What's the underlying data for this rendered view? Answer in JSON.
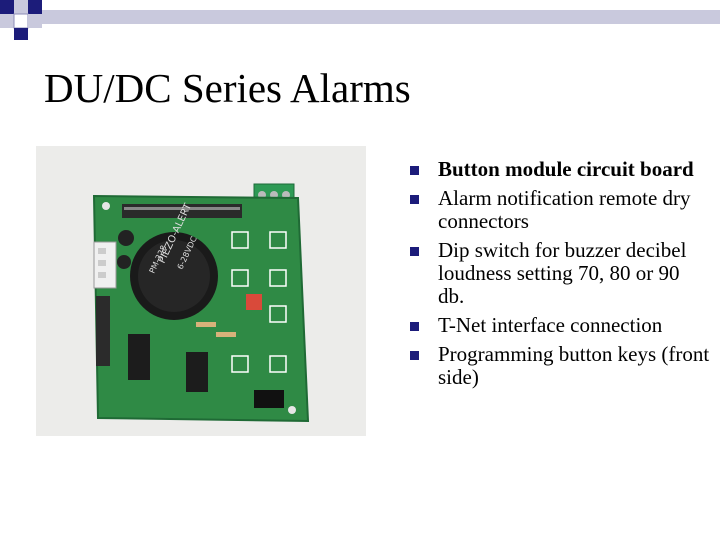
{
  "slide": {
    "title": "DU/DC Series Alarms",
    "bullets": [
      "Button module circuit board",
      "Alarm notification remote dry connectors",
      "Dip switch for buzzer decibel loudness setting 70, 80 or 90 db.",
      "T-Net interface connection",
      "Programming button keys (front side)"
    ],
    "photo": {
      "buzzer_label": "PIEZO-ALERT",
      "buzzer_voltage": "6-28VDC",
      "buzzer_model": "PM-328"
    }
  },
  "colors": {
    "accent": "#1c1c7a",
    "board_green": "#2f8a45",
    "background": "#ffffff"
  },
  "icons": {
    "bullet": "square-bullet-icon"
  }
}
